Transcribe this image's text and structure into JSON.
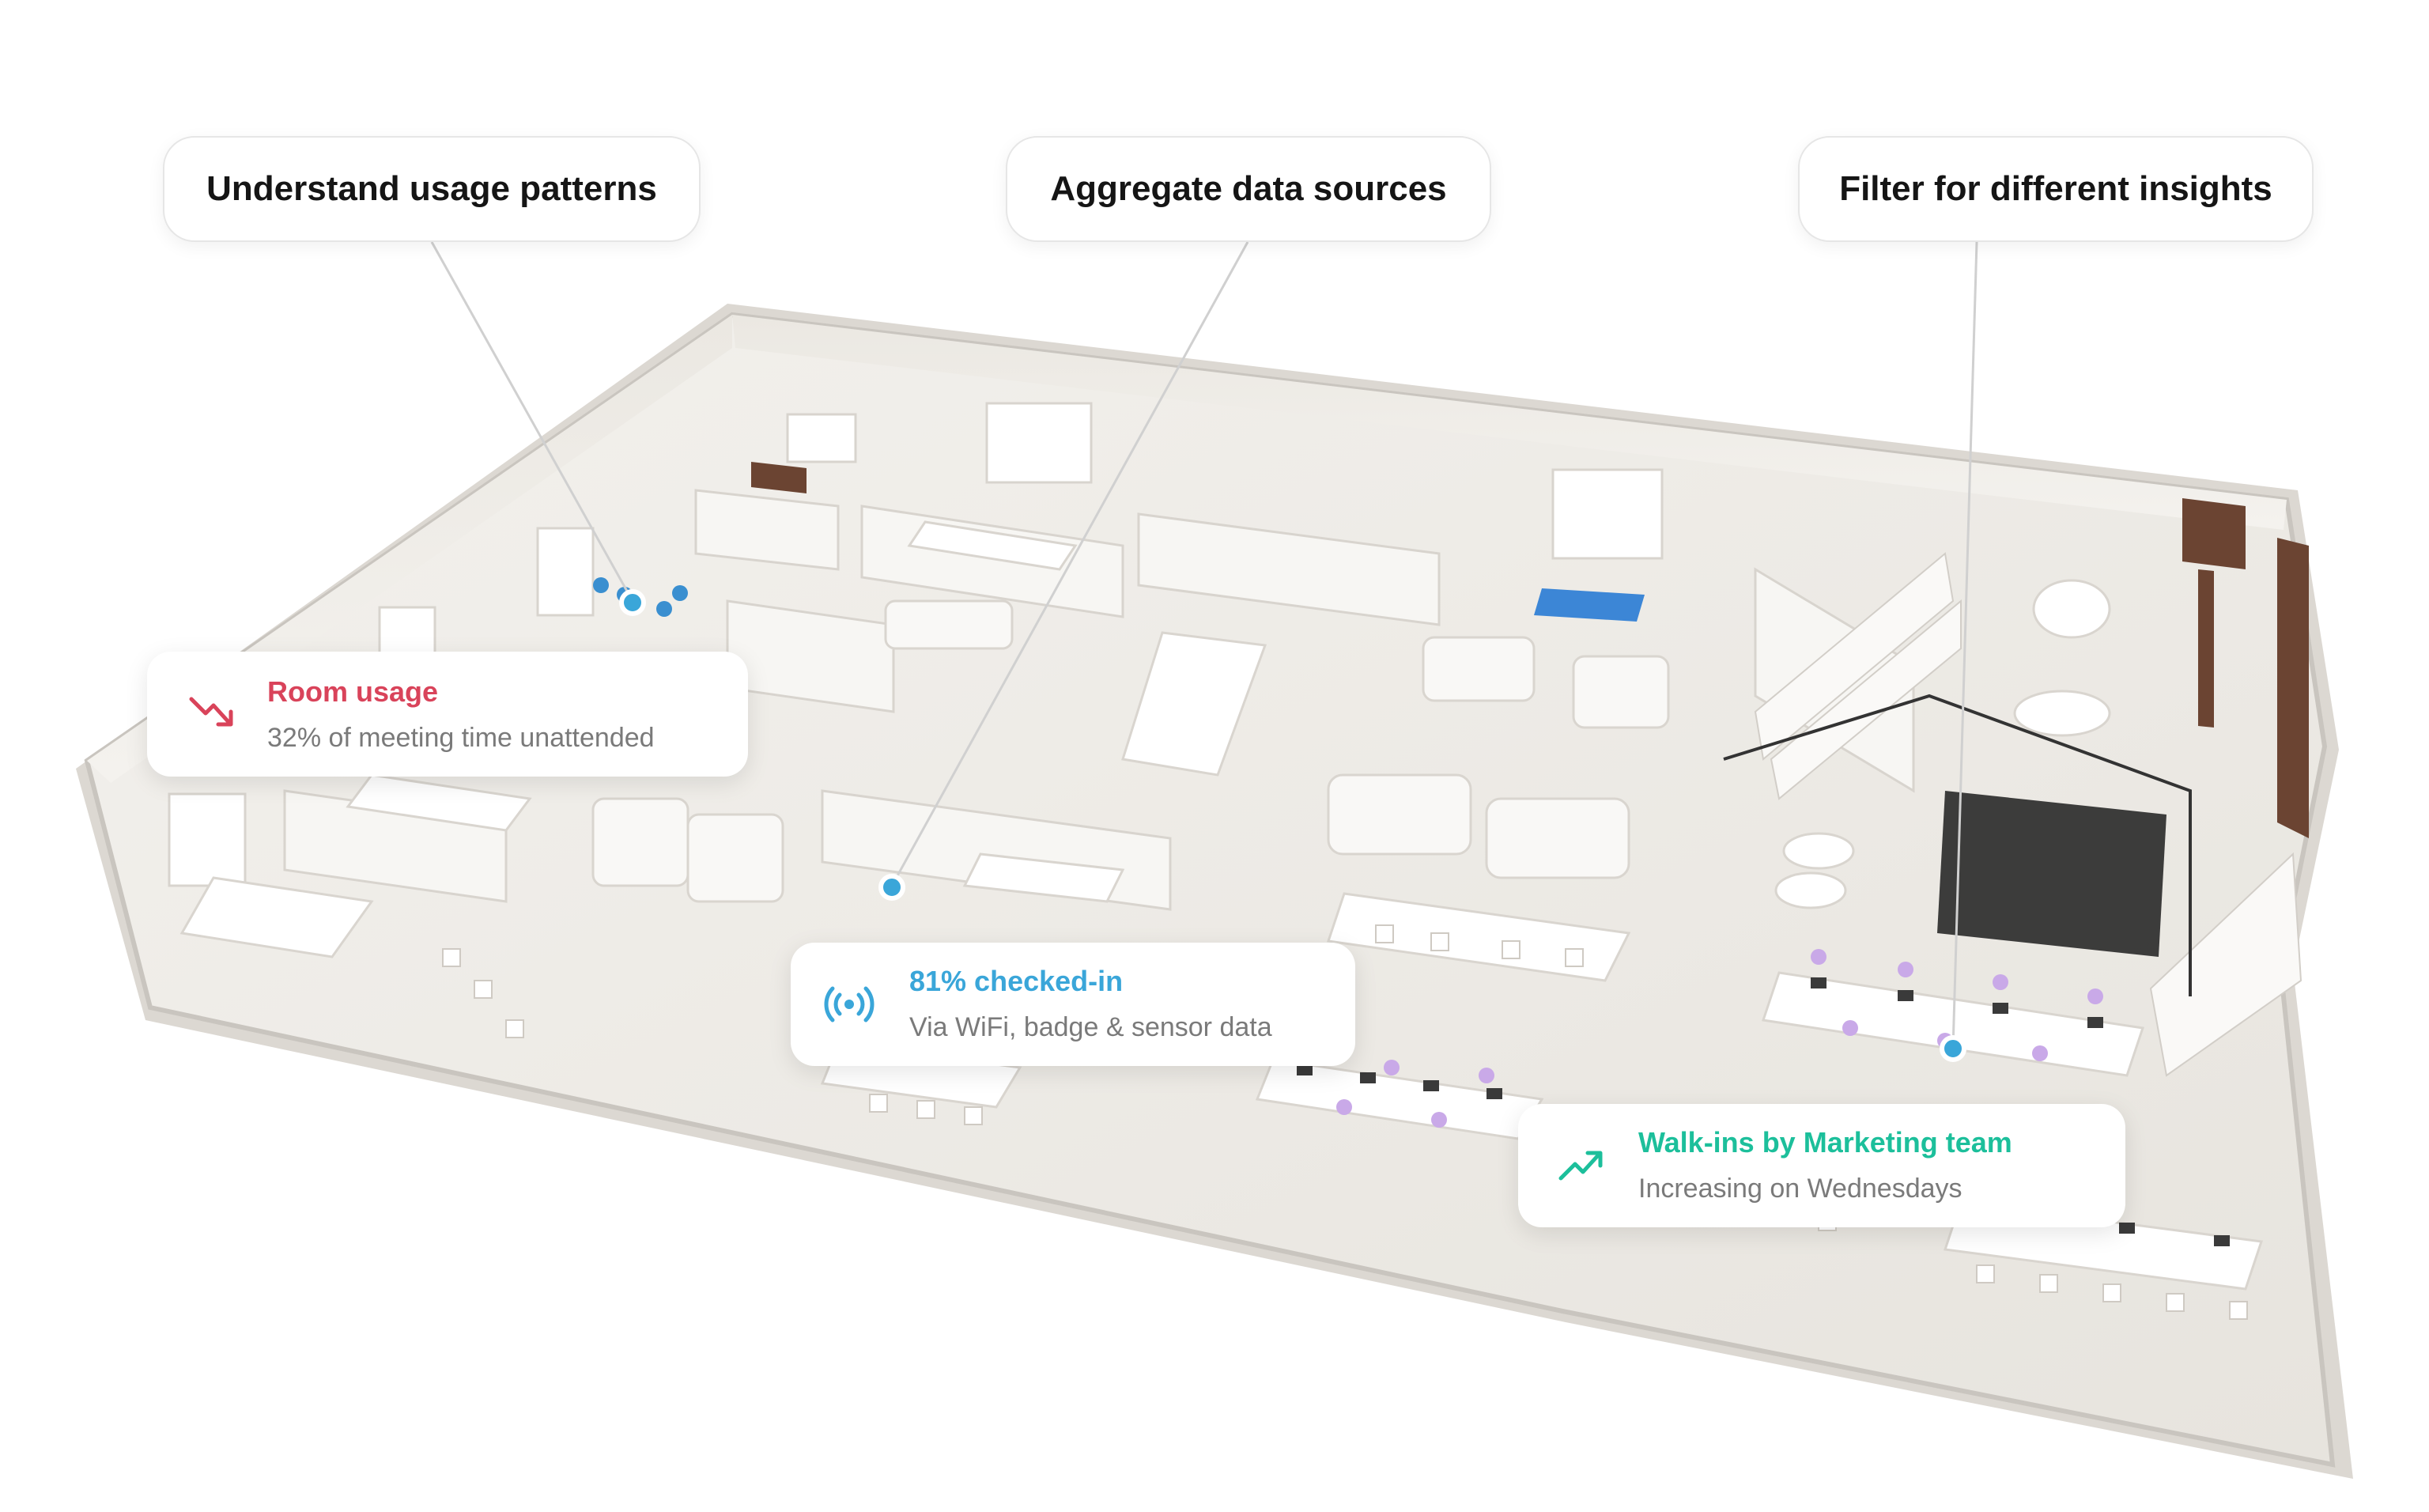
{
  "callouts": {
    "usage_patterns": "Understand usage patterns",
    "aggregate_sources": "Aggregate data sources",
    "filter_insights": "Filter for different insights"
  },
  "cards": {
    "room_usage": {
      "title": "Room usage",
      "subtitle": "32% of meeting time unattended",
      "color": "#d9435a",
      "icon": "trend-down-icon"
    },
    "checked_in": {
      "title": "81% checked-in",
      "subtitle": "Via WiFi, badge & sensor data",
      "color": "#3aa6d9",
      "icon": "wireless-signal-icon"
    },
    "walk_ins": {
      "title": "Walk-ins by Marketing team",
      "subtitle": "Increasing on Wednesdays",
      "color": "#1cbf9b",
      "icon": "trend-up-icon"
    }
  },
  "colors": {
    "pin": "#3aa6d9",
    "floor": "#eeebe6",
    "wall": "#d6d2cc",
    "leader_line": "#cfcfcf"
  }
}
